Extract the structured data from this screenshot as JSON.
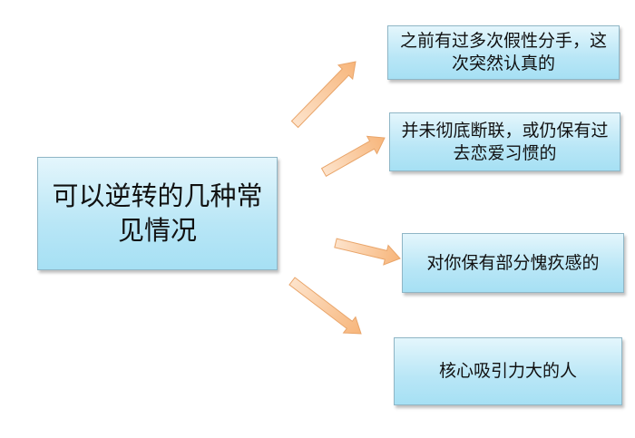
{
  "center": {
    "label": "可以逆转的几种常见情况"
  },
  "branches": [
    {
      "label": "之前有过多次假性分手，这次突然认真的"
    },
    {
      "label": "并未彻底断联，或仍保有过去恋爱习惯的"
    },
    {
      "label": "对你保有部分愧疚感的"
    },
    {
      "label": "核心吸引力大的人"
    }
  ],
  "colors": {
    "box": "#b8e6f6",
    "arrow": "#f9c08c"
  }
}
